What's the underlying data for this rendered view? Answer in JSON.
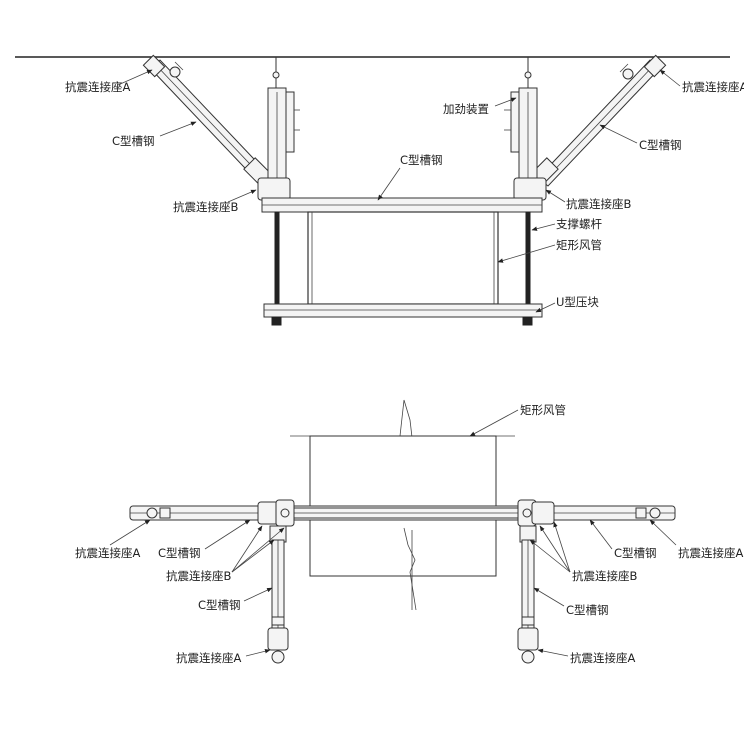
{
  "top_view": {
    "labels": {
      "seat_a_left": "抗震连接座A",
      "seat_a_right": "抗震连接座A",
      "c_steel_left": "C型槽钢",
      "c_steel_right": "C型槽钢",
      "c_steel_beam": "C型槽钢",
      "reinforce": "加劲装置",
      "seat_b_left": "抗震连接座B",
      "seat_b_right": "抗震连接座B",
      "support_rod": "支撑螺杆",
      "duct": "矩形风管",
      "u_clamp": "U型压块"
    }
  },
  "plan_view": {
    "labels": {
      "duct": "矩形风管",
      "seat_a_left_h": "抗震连接座A",
      "c_steel_left_h": "C型槽钢",
      "seat_b_left": "抗震连接座B",
      "c_steel_left_v": "C型槽钢",
      "seat_a_left_v": "抗震连接座A",
      "c_steel_right_h": "C型槽钢",
      "seat_a_right_h": "抗震连接座A",
      "seat_b_right": "抗震连接座B",
      "c_steel_right_v": "C型槽钢",
      "seat_a_right_v": "抗震连接座A"
    }
  }
}
